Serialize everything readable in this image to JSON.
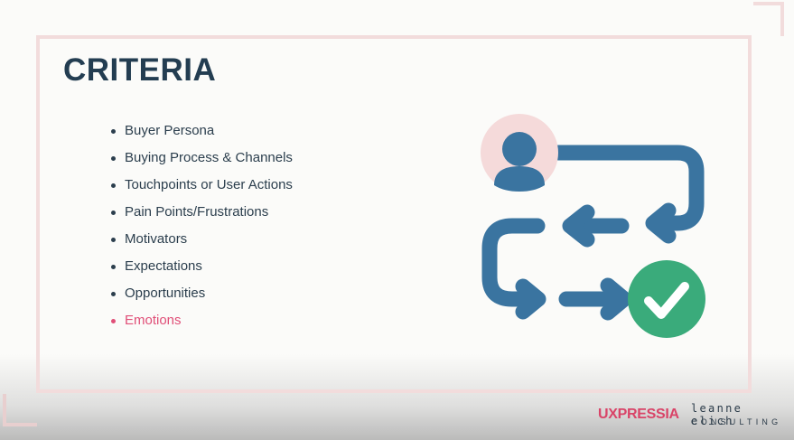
{
  "slide": {
    "title": "CRITERIA",
    "criteria": [
      {
        "label": "Buyer Persona"
      },
      {
        "label": "Buying Process & Channels"
      },
      {
        "label": "Touchpoints or User Actions"
      },
      {
        "label": "Pain Points/Frustrations"
      },
      {
        "label": "Motivators"
      },
      {
        "label": "Expectations"
      },
      {
        "label": "Opportunities"
      },
      {
        "label": "Emotions"
      }
    ]
  },
  "logos": {
    "uxpressia": "UXPRESSIA",
    "leanne_top": "leanne elich",
    "leanne_bottom": "CONSULTING"
  },
  "illustration": {
    "icons": [
      "user-avatar-icon",
      "flow-arrow-icon",
      "checkmark-icon"
    ]
  },
  "colors": {
    "title": "#233d51",
    "text": "#2b3e4d",
    "highlight": "#e04f78",
    "flow_blue": "#3a74a0",
    "check_green": "#3aab7b",
    "avatar_bg": "#f5dada",
    "frame": "#f2dcdc",
    "uxpressia": "#d94468"
  }
}
